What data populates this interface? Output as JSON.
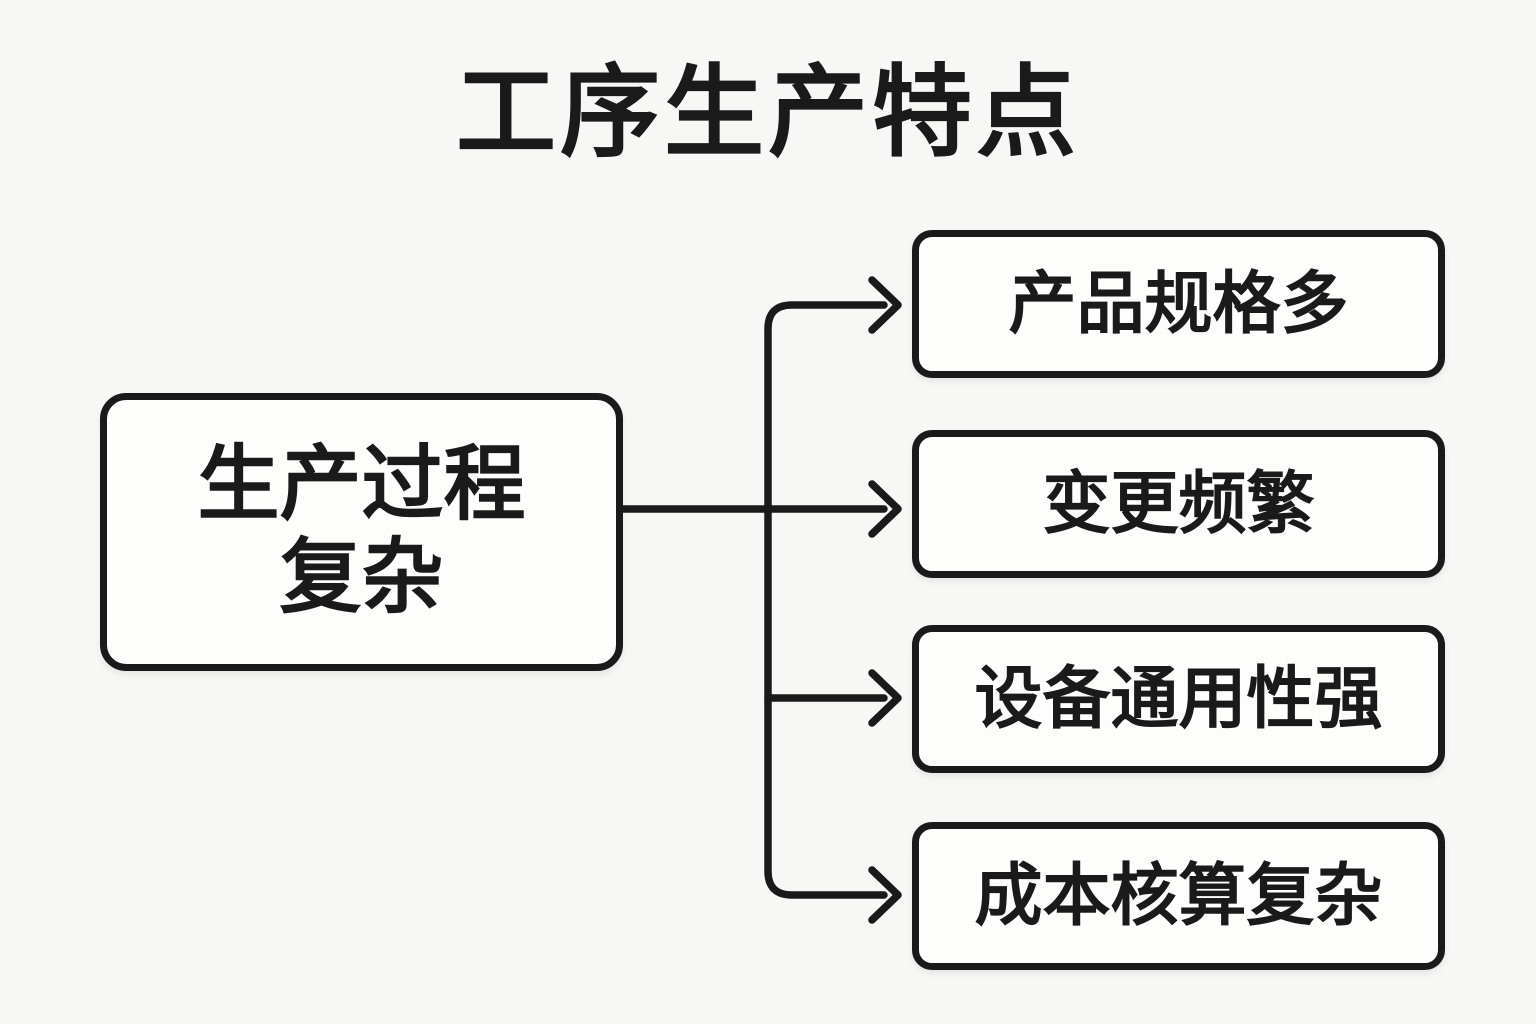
{
  "title": "工序生产特点",
  "theme": {
    "background": "#f7f7f5",
    "node_fill": "#fdfdfc",
    "line_color": "#1a1a1a",
    "text_color": "#1a1a1a"
  },
  "diagram": {
    "root": {
      "label": "生产过程复杂",
      "lines": [
        "生产过程",
        "复杂"
      ]
    },
    "branches": [
      {
        "label": "产品规格多"
      },
      {
        "label": "变更频繁"
      },
      {
        "label": "设备通用性强"
      },
      {
        "label": "成本核算复杂"
      }
    ]
  }
}
